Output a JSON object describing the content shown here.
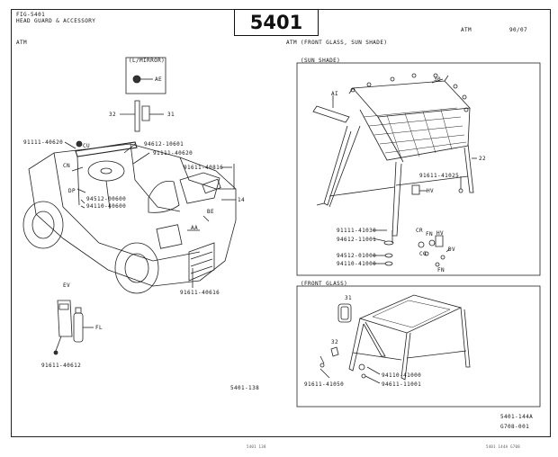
{
  "header": {
    "fig_ref": "FIG-5401",
    "title": "HEAD GUARD & ACCESSORY",
    "figure_number": "5401",
    "right_code": "ATM",
    "date": "90/07"
  },
  "left_panel": {
    "model_label": "ATM",
    "mirror_label": "(L/MIRROR)",
    "mirror_part": "AE",
    "callouts": {
      "c32": "32",
      "c31": "31",
      "p1": "91111-40620",
      "cu": "CU",
      "p2": "94612-10601",
      "p3": "91111-40620",
      "cn": "CN",
      "p4": "91611-40816",
      "dp": "DP",
      "p5": "94512-00600",
      "p6": "94110-40600",
      "c14": "14",
      "be": "BE",
      "aa": "AA",
      "p7": "91611-40616",
      "ev": "EV",
      "fl": "FL",
      "p8": "91611-40612"
    },
    "drawing_ref": "5401-138"
  },
  "right_panel": {
    "model_label": "ATM (FRONT GLASS, SUN SHADE)",
    "sun_shade": {
      "label": "(SUN SHADE)",
      "callouts": {
        "ai": "AI",
        "c30": "30",
        "c22": "22",
        "p1": "91611-41025",
        "hv": "HV",
        "p2": "91111-41030",
        "p3": "94612-11001",
        "cr": "CR",
        "fn1": "FN",
        "hv2": "HV",
        "cg": "CG",
        "p4": "94512-01000",
        "dv": "DV",
        "p5": "94110-41000",
        "fn2": "FN"
      }
    },
    "front_glass": {
      "label": "(FRONT GLASS)",
      "callouts": {
        "c31": "31",
        "c32": "32",
        "p1": "94110-41000",
        "p2": "91611-41050",
        "p3": "94611-11001"
      }
    },
    "drawing_ref": "5401-144A"
  },
  "footer": {
    "code": "G708-001",
    "bottom_left": "5401 138",
    "bottom_right": "5401 144A G708"
  }
}
